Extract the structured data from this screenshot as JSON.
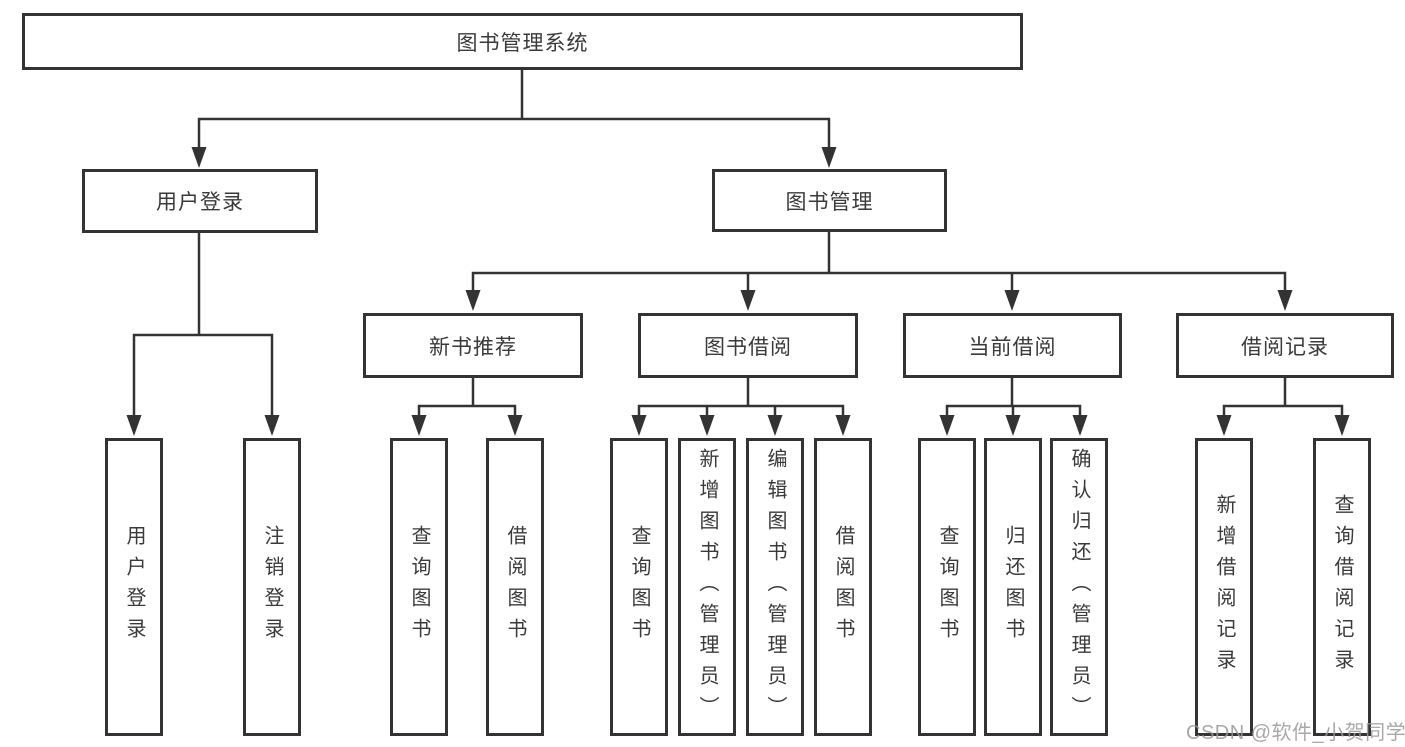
{
  "tree": {
    "label": "图书管理系统",
    "children": [
      {
        "label": "用户登录",
        "children": [
          {
            "label": "用户登录"
          },
          {
            "label": "注销登录"
          }
        ]
      },
      {
        "label": "图书管理",
        "children": [
          {
            "label": "新书推荐",
            "children": [
              {
                "label": "查询图书"
              },
              {
                "label": "借阅图书"
              }
            ]
          },
          {
            "label": "图书借阅",
            "children": [
              {
                "label": "查询图书"
              },
              {
                "label": "新增图书（管理员）"
              },
              {
                "label": "编辑图书（管理员）"
              },
              {
                "label": "借阅图书"
              }
            ]
          },
          {
            "label": "当前借阅",
            "children": [
              {
                "label": "查询图书"
              },
              {
                "label": "归还图书"
              },
              {
                "label": "确认归还（管理员）"
              }
            ]
          },
          {
            "label": "借阅记录",
            "children": [
              {
                "label": "新增借阅记录"
              },
              {
                "label": "查询借阅记录"
              }
            ]
          }
        ]
      }
    ]
  },
  "watermark": "CSDN @软件_小贺同学",
  "colors": {
    "line": "#333333",
    "box_border": "#333333",
    "text": "#3a3a3a",
    "watermark": "#9a9a9a",
    "background": "#ffffff"
  }
}
